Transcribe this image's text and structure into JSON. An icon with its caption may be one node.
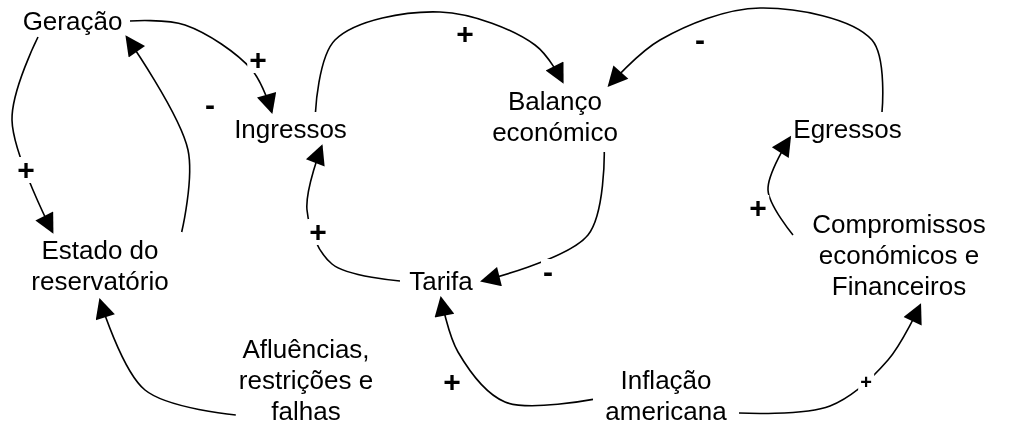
{
  "diagram": {
    "nodes": [
      {
        "text": [
          "Geração"
        ]
      },
      {
        "text": [
          "Ingressos"
        ]
      },
      {
        "text": [
          "Balanço económico"
        ]
      },
      {
        "text": [
          "Egressos"
        ]
      },
      {
        "text": [
          "Estado do reservatório"
        ]
      },
      {
        "text": [
          "Tarifa"
        ]
      },
      {
        "text": [
          "Compromissos económicos e Financeiros"
        ]
      },
      {
        "text": [
          "Afluências, restrições e falhas"
        ]
      },
      {
        "text": [
          "Inflação americana"
        ]
      }
    ],
    "edges": [
      {
        "from": 0,
        "to": 1,
        "arrow": "to",
        "label": "+"
      },
      {
        "from": 0,
        "to": 4,
        "arrow": "to",
        "label": "+"
      },
      {
        "from": 4,
        "to": 0,
        "arrow": "to",
        "label": "-"
      },
      {
        "from": 1,
        "to": 2,
        "arrow": "to",
        "label": "+"
      },
      {
        "from": 3,
        "to": 2,
        "arrow": "to",
        "label": "-"
      },
      {
        "from": 2,
        "to": 5,
        "arrow": "to",
        "label": "-"
      },
      {
        "from": 5,
        "to": 1,
        "arrow": "to",
        "label": "+"
      },
      {
        "from": 6,
        "to": 3,
        "arrow": "to",
        "label": "+"
      },
      {
        "from": 7,
        "to": 4,
        "arrow": "to"
      },
      {
        "from": 8,
        "to": 5,
        "arrow": "to",
        "label": "+"
      },
      {
        "from": 8,
        "to": 6,
        "arrow": "to",
        "label": "+"
      }
    ]
  }
}
